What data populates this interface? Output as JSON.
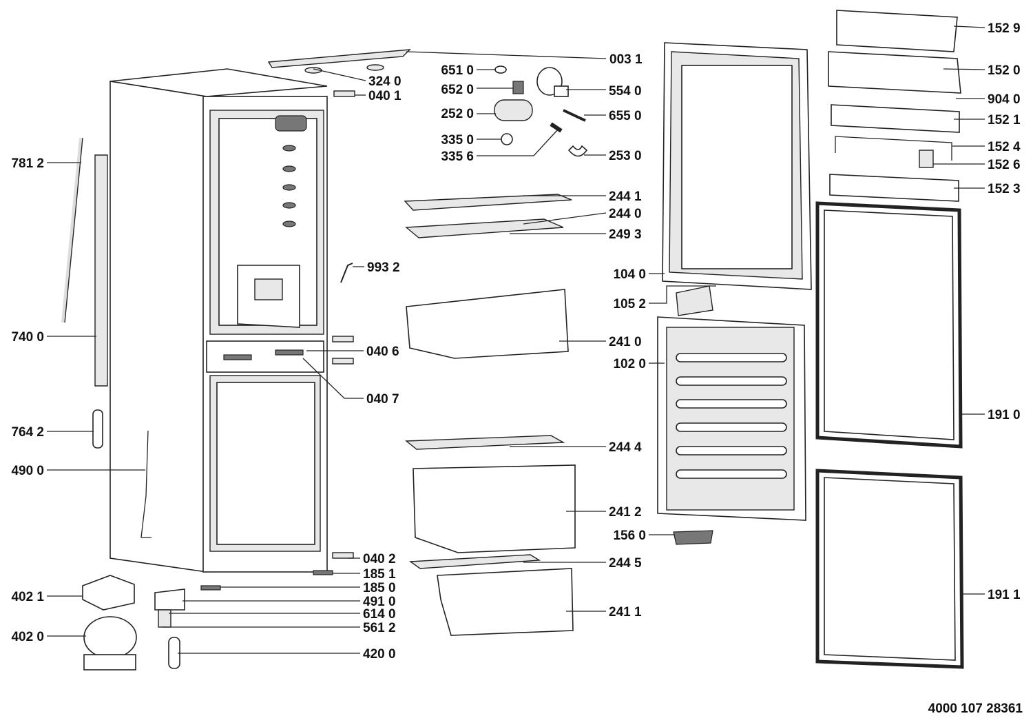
{
  "diagram": {
    "type": "exploded-parts-diagram",
    "document_code": "4000 107 28361",
    "part_labels": [
      "003 1",
      "324 0",
      "040 1",
      "651 0",
      "652 0",
      "252 0",
      "335 0",
      "335 6",
      "554 0",
      "655 0",
      "253 0",
      "244 1",
      "244 0",
      "249 3",
      "993 2",
      "104 0",
      "105 2",
      "241 0",
      "040 6",
      "102 0",
      "040 7",
      "244 4",
      "241 2",
      "156 0",
      "040 2",
      "244 5",
      "185 1",
      "185 0",
      "491 0",
      "241 1",
      "614 0",
      "561 2",
      "420 0",
      "781 2",
      "740 0",
      "764 2",
      "490 0",
      "402 1",
      "402 0",
      "152 9",
      "152 0",
      "904 0",
      "152 1",
      "152 4",
      "152 6",
      "152 3",
      "191 0",
      "191 1"
    ]
  }
}
